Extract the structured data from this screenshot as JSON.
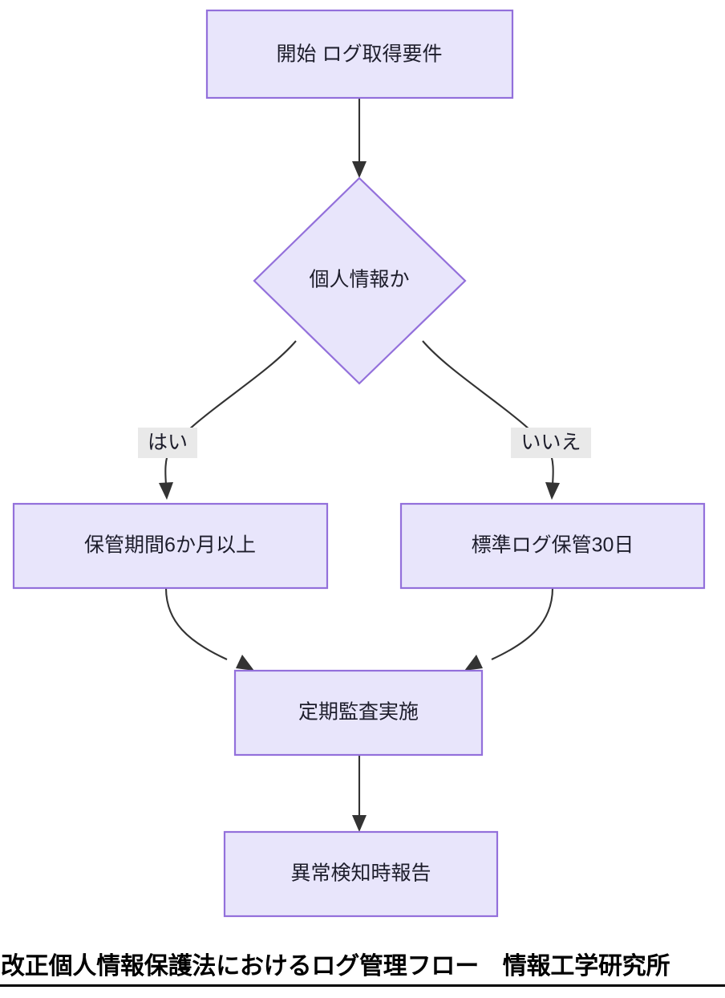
{
  "diagram": {
    "type": "flowchart",
    "direction": "top-down",
    "theme": {
      "node_fill": "#e8e5fb",
      "node_border": "#9370db",
      "edge_color": "#333333",
      "edge_label_bg": "#e9e9e9",
      "text_color": "#1d1d2b",
      "page_bg": "#ffffff"
    },
    "nodes": [
      {
        "id": "start",
        "shape": "rect",
        "label": "開始 ログ取得要件"
      },
      {
        "id": "decision",
        "shape": "diamond",
        "label": "個人情報か"
      },
      {
        "id": "yes_path",
        "shape": "rect",
        "label": "保管期間6か月以上"
      },
      {
        "id": "no_path",
        "shape": "rect",
        "label": "標準ログ保管30日"
      },
      {
        "id": "audit",
        "shape": "rect",
        "label": "定期監査実施"
      },
      {
        "id": "report",
        "shape": "rect",
        "label": "異常検知時報告"
      }
    ],
    "edges": [
      {
        "from": "start",
        "to": "decision",
        "label": ""
      },
      {
        "from": "decision",
        "to": "yes_path",
        "label": "はい"
      },
      {
        "from": "decision",
        "to": "no_path",
        "label": "いいえ"
      },
      {
        "from": "yes_path",
        "to": "audit",
        "label": ""
      },
      {
        "from": "no_path",
        "to": "audit",
        "label": ""
      },
      {
        "from": "audit",
        "to": "report",
        "label": ""
      }
    ]
  },
  "caption": {
    "text": "改正個人情報保護法におけるログ管理フロー　情報工学研究所"
  }
}
